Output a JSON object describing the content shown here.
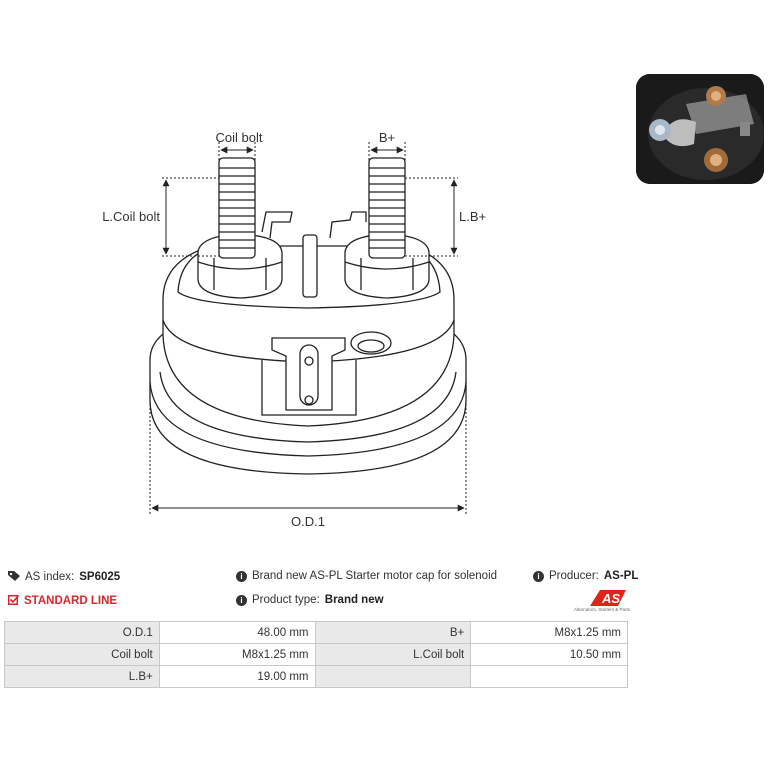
{
  "drawing": {
    "labels": {
      "coil_bolt": "Coil bolt",
      "b_plus": "B+",
      "l_coil_bolt": "L.Coil bolt",
      "l_b_plus": "L.B+",
      "od1": "O.D.1"
    }
  },
  "info": {
    "as_index_label": "AS index:",
    "as_index_value": "SP6025",
    "line": "STANDARD LINE",
    "description": "Brand new AS-PL Starter motor cap for solenoid",
    "product_type_label": "Product type:",
    "product_type_value": "Brand new",
    "producer_label": "Producer:",
    "producer_value": "AS-PL"
  },
  "logo": {
    "text": "AS",
    "tagline": "Alternators, Starters & Parts",
    "color": "#e2231a"
  },
  "specs": {
    "rows": [
      [
        {
          "label": "O.D.1",
          "value": "48.00 mm"
        },
        {
          "label": "B+",
          "value": "M8x1.25 mm"
        }
      ],
      [
        {
          "label": "Coil bolt",
          "value": "M8x1.25 mm"
        },
        {
          "label": "L.Coil bolt",
          "value": "10.50 mm"
        }
      ],
      [
        {
          "label": "L.B+",
          "value": "19.00 mm"
        },
        {
          "label": "",
          "value": ""
        }
      ]
    ]
  }
}
